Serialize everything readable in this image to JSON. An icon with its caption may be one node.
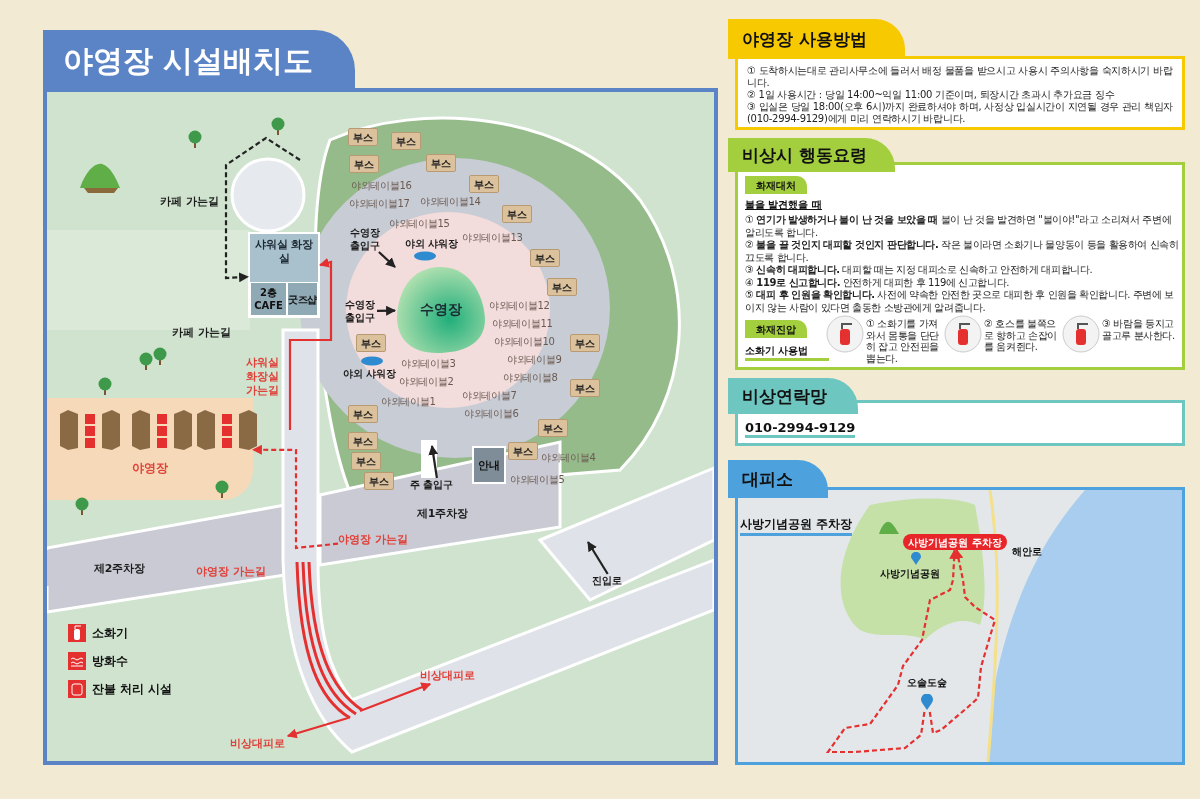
{
  "diagram": {
    "nodes": [
      {
        "text": [
          "야영장 시설배치도"
        ]
      },
      {
        "text": [
          "샤워실 화장실"
        ],
        "in": 0
      },
      {
        "text": [
          "2층 CAFE"
        ],
        "in": 1
      },
      {
        "text": [
          "굿즈샵"
        ],
        "in": 1
      },
      {
        "text": [
          "야영장"
        ],
        "in": 0
      },
      {
        "text": [
          "수영장"
        ],
        "in": 0
      },
      {
        "text": [
          "수영장 출입구"
        ],
        "in": 0
      },
      {
        "text": [
          "수영장 출입구"
        ],
        "in": 0
      },
      {
        "text": [
          "안내"
        ],
        "in": 0
      },
      {
        "text": [
          "주 출입구"
        ],
        "in": 0
      },
      {
        "text": [
          "제1주차장"
        ],
        "in": 0
      },
      {
        "text": [
          "제2주차장"
        ],
        "in": 0
      },
      {
        "text": [
          "진입로"
        ],
        "in": 0
      },
      {
        "text": [
          "비상대피로"
        ],
        "in": 0
      },
      {
        "text": [
          "비상대피로"
        ],
        "in": 0
      },
      {
        "text": [
          "부스"
        ],
        "in": 0
      },
      {
        "text": [
          "부스"
        ],
        "in": 0
      },
      {
        "text": [
          "부스"
        ],
        "in": 0
      },
      {
        "text": [
          "부스"
        ],
        "in": 0
      },
      {
        "text": [
          "부스"
        ],
        "in": 0
      },
      {
        "text": [
          "부스"
        ],
        "in": 0
      },
      {
        "text": [
          "부스"
        ],
        "in": 0
      },
      {
        "text": [
          "부스"
        ],
        "in": 0
      },
      {
        "text": [
          "부스"
        ],
        "in": 0
      },
      {
        "text": [
          "부스"
        ],
        "in": 0
      },
      {
        "text": [
          "부스"
        ],
        "in": 0
      },
      {
        "text": [
          "부스"
        ],
        "in": 0
      },
      {
        "text": [
          "부스"
        ],
        "in": 0
      },
      {
        "text": [
          "부스"
        ],
        "in": 0
      },
      {
        "text": [
          "부스"
        ],
        "in": 0
      },
      {
        "text": [
          "부스"
        ],
        "in": 0
      },
      {
        "text": [
          "부스"
        ],
        "in": 0
      },
      {
        "text": [
          "야영장 사용방법",
          "① 도착하시는대로 관리사무소에 들러서 배정 물품을 받으시고 사용시 주의사항을 숙지하시기 바랍니다.",
          "② 1일 사용시간 : 당일 14:00~익일 11:00 기준이며, 퇴장시간 초과시 추가요금 징수",
          "③ 입실은 당일 18:00(오후 6시)까지 완료하셔야 하며, 사정상 입실시간이 지연될 경우 관리 책임자(010-2994-9129)에게 미리 연락하시기 바랍니다."
        ]
      },
      {
        "text": [
          "비상시 행동요령",
          "불을 발견했을 때",
          "① **연기가 발생하거나 불이 난 것을 보았을 때** 불이 난 것을 발견하면 \"불이야!\"라고 소리쳐서 주변에 알리도록 합니다.",
          "② **불을 끌 것인지 대피할 것인지 판단합니다.** 작은 불이라면 소화기나 물양동이 등을 활용하여 신속히 끄도록 합니다.",
          "③ **신속히 대피합니다.** 대피할 때는 지정 대피소로 신속하고 안전하게 대피합니다.",
          "④ **119로 신고합니다.** 안전하게 대피한 후 119에 신고합니다.",
          "⑤ **대피 후 인원을 확인합니다.** 사전에 약속한 안전한 곳으로 대피한 후 인원을 확인합니다. 주변에 보이지 않는 사람이 있다면 출동한 소방관에게 알려줍니다.",
          "소화기 사용법",
          "① 소화기를 가져와서 몸통을 단단히 잡고 안전핀을 뽑는다.",
          "② 호스를 불쪽으로 향하고 손잡이를 움켜쥔다.",
          "③ 바람을 등지고 골고루 분사한다."
        ]
      },
      {
        "text": [
          "화재대처"
        ],
        "in": 33
      },
      {
        "text": [
          "화재진압"
        ],
        "in": 33
      },
      {
        "text": [
          "비상연락망",
          "010-2994-9129"
        ]
      },
      {
        "text": [
          "대피소",
          "사방기념공원 주차장"
        ]
      },
      {
        "text": [
          "사방기념공원 주차장"
        ],
        "in": 37
      },
      {
        "text": [
          "오솔도숲"
        ],
        "in": 37
      },
      {
        "text": [
          "야영장 가는길"
        ],
        "in": 0
      }
    ],
    "edges": [
      {
        "from": null,
        "to": 1,
        "arrow": "to",
        "style": "dashed",
        "color": "#222222"
      },
      {
        "from": null,
        "to": 1,
        "arrow": "to"
      },
      {
        "from": 40,
        "to": 4,
        "arrow": "to",
        "style": "dashed"
      },
      {
        "from": 6,
        "to": 5,
        "arrow": "to",
        "color": "#222222"
      },
      {
        "from": 7,
        "to": 5,
        "arrow": "to",
        "color": "#222222"
      },
      {
        "from": 9,
        "to": null,
        "arrow": "to",
        "color": "#222222"
      },
      {
        "from": 12,
        "to": null,
        "arrow": "to",
        "color": "#222222"
      },
      {
        "from": null,
        "to": 13,
        "arrow": "to"
      },
      {
        "from": null,
        "to": 14,
        "arrow": "to"
      },
      {
        "from": 39,
        "to": 38,
        "arrow": "to",
        "style": "dashed"
      },
      {
        "from": 39,
        "to": 38,
        "arrow": "to",
        "style": "dashed"
      }
    ],
    "labels": [
      "카페 가는길",
      "야외 샤워장",
      "야외테이블17",
      "야외테이블16",
      "야외테이블15",
      "야외테이블14",
      "야외테이블13",
      "야외테이블12",
      "야외테이블11",
      "야외테이블10",
      "카페 가는길",
      "야외테이블9",
      "야외 샤워장",
      "야외테이블8",
      "샤워실 화장실 가는길",
      "야외테이블1",
      "야외테이블7",
      "야외테이블2",
      "야외테이블3",
      "야외테이블6",
      "야외테이블4",
      "야외테이블5",
      "야영장 가는길",
      "사방기념공원",
      "해안로"
    ],
    "legend": [
      {
        "text": "소화기"
      },
      {
        "text": "방화수"
      },
      {
        "text": "잔불 처리 시설"
      }
    ]
  }
}
